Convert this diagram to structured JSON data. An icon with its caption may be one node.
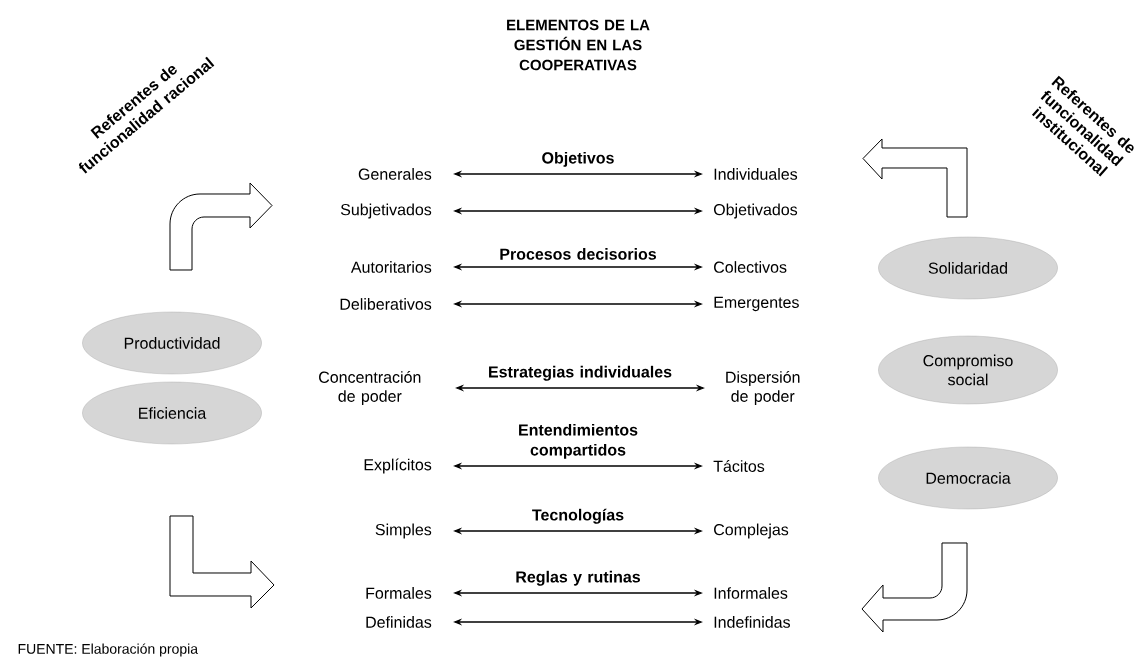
{
  "diagram": {
    "title": "ELEMENTOS DE LA GESTIÓN EN LAS COOPERATIVAS",
    "nodes": [
      {
        "text": [
          "Generales"
        ]
      },
      {
        "text": [
          "Individuales"
        ]
      },
      {
        "text": [
          "Subjetivados"
        ]
      },
      {
        "text": [
          "Objetivados"
        ]
      },
      {
        "text": [
          "Autoritarios"
        ]
      },
      {
        "text": [
          "Colectivos"
        ]
      },
      {
        "text": [
          "Deliberativos"
        ]
      },
      {
        "text": [
          "Emergentes"
        ]
      },
      {
        "text": [
          "Concentración de poder"
        ]
      },
      {
        "text": [
          "Dispersión de poder"
        ]
      },
      {
        "text": [
          "Explícitos"
        ]
      },
      {
        "text": [
          "Tácitos"
        ]
      },
      {
        "text": [
          "Simples"
        ]
      },
      {
        "text": [
          "Complejas"
        ]
      },
      {
        "text": [
          "Formales"
        ]
      },
      {
        "text": [
          "Informales"
        ]
      },
      {
        "text": [
          "Definidas"
        ]
      },
      {
        "text": [
          "Indefinidas"
        ]
      },
      {
        "text": [
          "Productividad"
        ]
      },
      {
        "text": [
          "Eficiencia"
        ]
      },
      {
        "text": [
          "Solidaridad"
        ]
      },
      {
        "text": [
          "Compromiso social"
        ]
      },
      {
        "text": [
          "Democracia"
        ]
      }
    ],
    "edges": [
      {
        "from": 0,
        "to": 1,
        "arrow": "both",
        "label": "Objetivos"
      },
      {
        "from": 2,
        "to": 3,
        "arrow": "both"
      },
      {
        "from": 4,
        "to": 5,
        "arrow": "both",
        "label": "Procesos decisorios"
      },
      {
        "from": 6,
        "to": 7,
        "arrow": "both"
      },
      {
        "from": 8,
        "to": 9,
        "arrow": "both",
        "label": "Estrategias individuales"
      },
      {
        "from": 10,
        "to": 11,
        "arrow": "both",
        "label": "Entendimientos compartidos"
      },
      {
        "from": 12,
        "to": 13,
        "arrow": "both",
        "label": "Tecnologías"
      },
      {
        "from": 14,
        "to": 15,
        "arrow": "both",
        "label": "Reglas y rutinas"
      },
      {
        "from": 16,
        "to": 17,
        "arrow": "both"
      }
    ],
    "labels": [
      "Referentes de funcionalidad racional",
      "Referentes de funcionalidad institucional",
      "FUENTE: Elaboración propia"
    ]
  }
}
